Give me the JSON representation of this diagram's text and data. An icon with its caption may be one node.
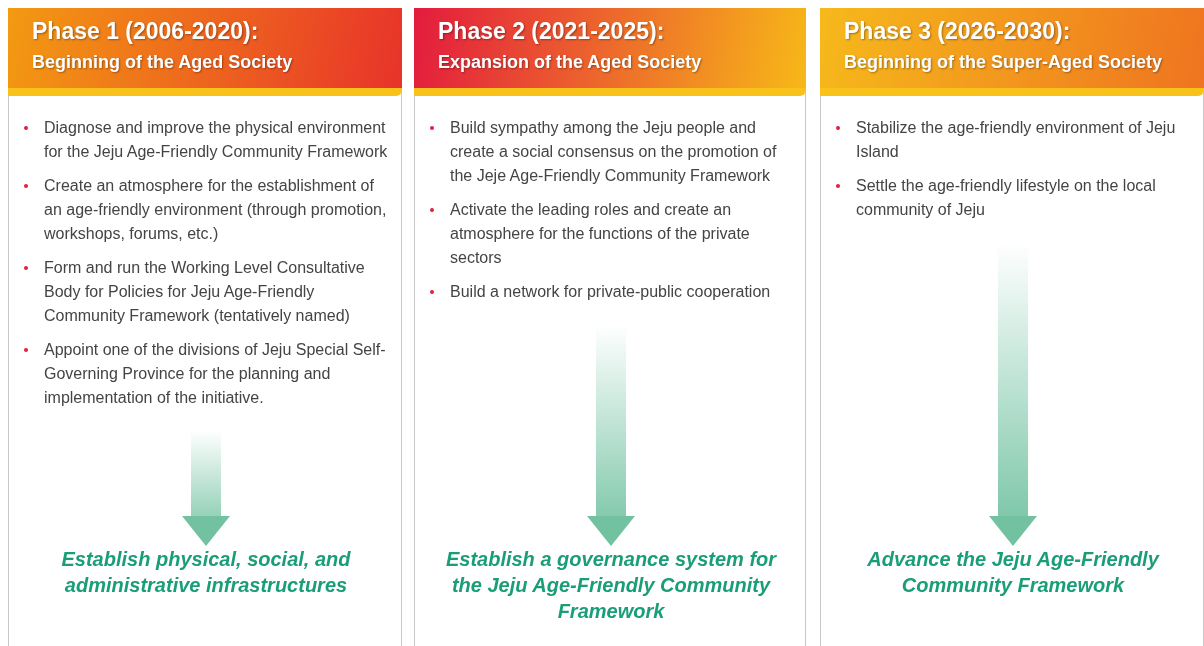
{
  "diagram": {
    "nodes": [
      {
        "text": [
          "Phase 1 (2006-2020):",
          "Beginning of the Aged Society"
        ]
      },
      {
        "text": [
          "Diagnose and improve the physical environment for the Jeju Age-Friendly Community Framework",
          "Create an atmosphere for the establishment of an age-friendly environment (through promotion, workshops, forums, etc.)",
          "Form and run the Working Level Consultative Body for Policies for Jeju Age-Friendly Community Framework (tentatively named)",
          "Appoint one of the divisions of Jeju Special Self-Governing Province for the planning and implementation of the initiative."
        ],
        "in": 0
      },
      {
        "text": [
          "Establish physical, social, and administrative infrastructures"
        ],
        "in": 0
      },
      {
        "text": [
          "Phase 2 (2021-2025):",
          "Expansion of the Aged Society"
        ]
      },
      {
        "text": [
          "Build sympathy among the Jeju people and create a social consensus on the promotion of the Jeje Age-Friendly Community Framework",
          "Activate the leading roles and create an atmosphere for the functions of the private sectors",
          "Build a network for private-public cooperation"
        ],
        "in": 3
      },
      {
        "text": [
          "Establish a governance system for the Jeju Age-Friendly Community Framework"
        ],
        "in": 3
      },
      {
        "text": [
          "Phase 3 (2026-2030):",
          "Beginning of the Super-Aged Society"
        ]
      },
      {
        "text": [
          "Stabilize the age-friendly environment of Jeju Island",
          "Settle the age-friendly lifestyle on the local community of Jeju"
        ],
        "in": 6
      },
      {
        "text": [
          "Advance the Jeju Age-Friendly Community Framework"
        ],
        "in": 6
      }
    ],
    "edges": [
      {
        "from": 1,
        "to": 2,
        "arrow": "to"
      },
      {
        "from": 4,
        "to": 5,
        "arrow": "to"
      },
      {
        "from": 7,
        "to": 8,
        "arrow": "to"
      }
    ]
  }
}
